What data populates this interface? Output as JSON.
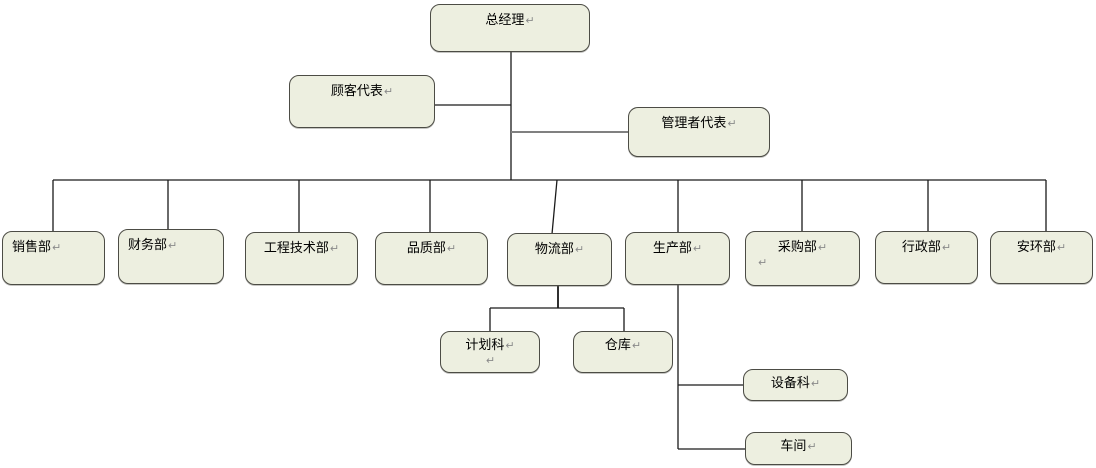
{
  "diagram": {
    "type": "org-chart",
    "return_mark": "↵",
    "colors": {
      "box_fill": "#edefe0",
      "box_border": "#4c4c45",
      "line": "#1a1a1a",
      "gray_line": "#808080",
      "return_mark": "#8a8a8a"
    },
    "nodes": {
      "ceo": {
        "label": "总经理"
      },
      "customer_rep": {
        "label": "顾客代表"
      },
      "management_rep": {
        "label": "管理者代表"
      },
      "sales": {
        "label": "销售部"
      },
      "finance": {
        "label": "财务部"
      },
      "engineering": {
        "label": "工程技术部"
      },
      "quality": {
        "label": "品质部"
      },
      "logistics": {
        "label": "物流部"
      },
      "production": {
        "label": "生产部"
      },
      "purchasing": {
        "label": "采购部"
      },
      "admin": {
        "label": "行政部"
      },
      "safety": {
        "label": "安环部"
      },
      "planning": {
        "label": "计划科"
      },
      "warehouse": {
        "label": "仓库"
      },
      "equipment": {
        "label": "设备科"
      },
      "workshop": {
        "label": "车间"
      }
    },
    "edges": [
      [
        "ceo",
        "customer_rep"
      ],
      [
        "ceo",
        "management_rep"
      ],
      [
        "ceo",
        "sales"
      ],
      [
        "ceo",
        "finance"
      ],
      [
        "ceo",
        "engineering"
      ],
      [
        "ceo",
        "quality"
      ],
      [
        "ceo",
        "logistics"
      ],
      [
        "ceo",
        "production"
      ],
      [
        "ceo",
        "purchasing"
      ],
      [
        "ceo",
        "admin"
      ],
      [
        "ceo",
        "safety"
      ],
      [
        "logistics",
        "planning"
      ],
      [
        "logistics",
        "warehouse"
      ],
      [
        "production",
        "equipment"
      ],
      [
        "production",
        "workshop"
      ]
    ]
  }
}
